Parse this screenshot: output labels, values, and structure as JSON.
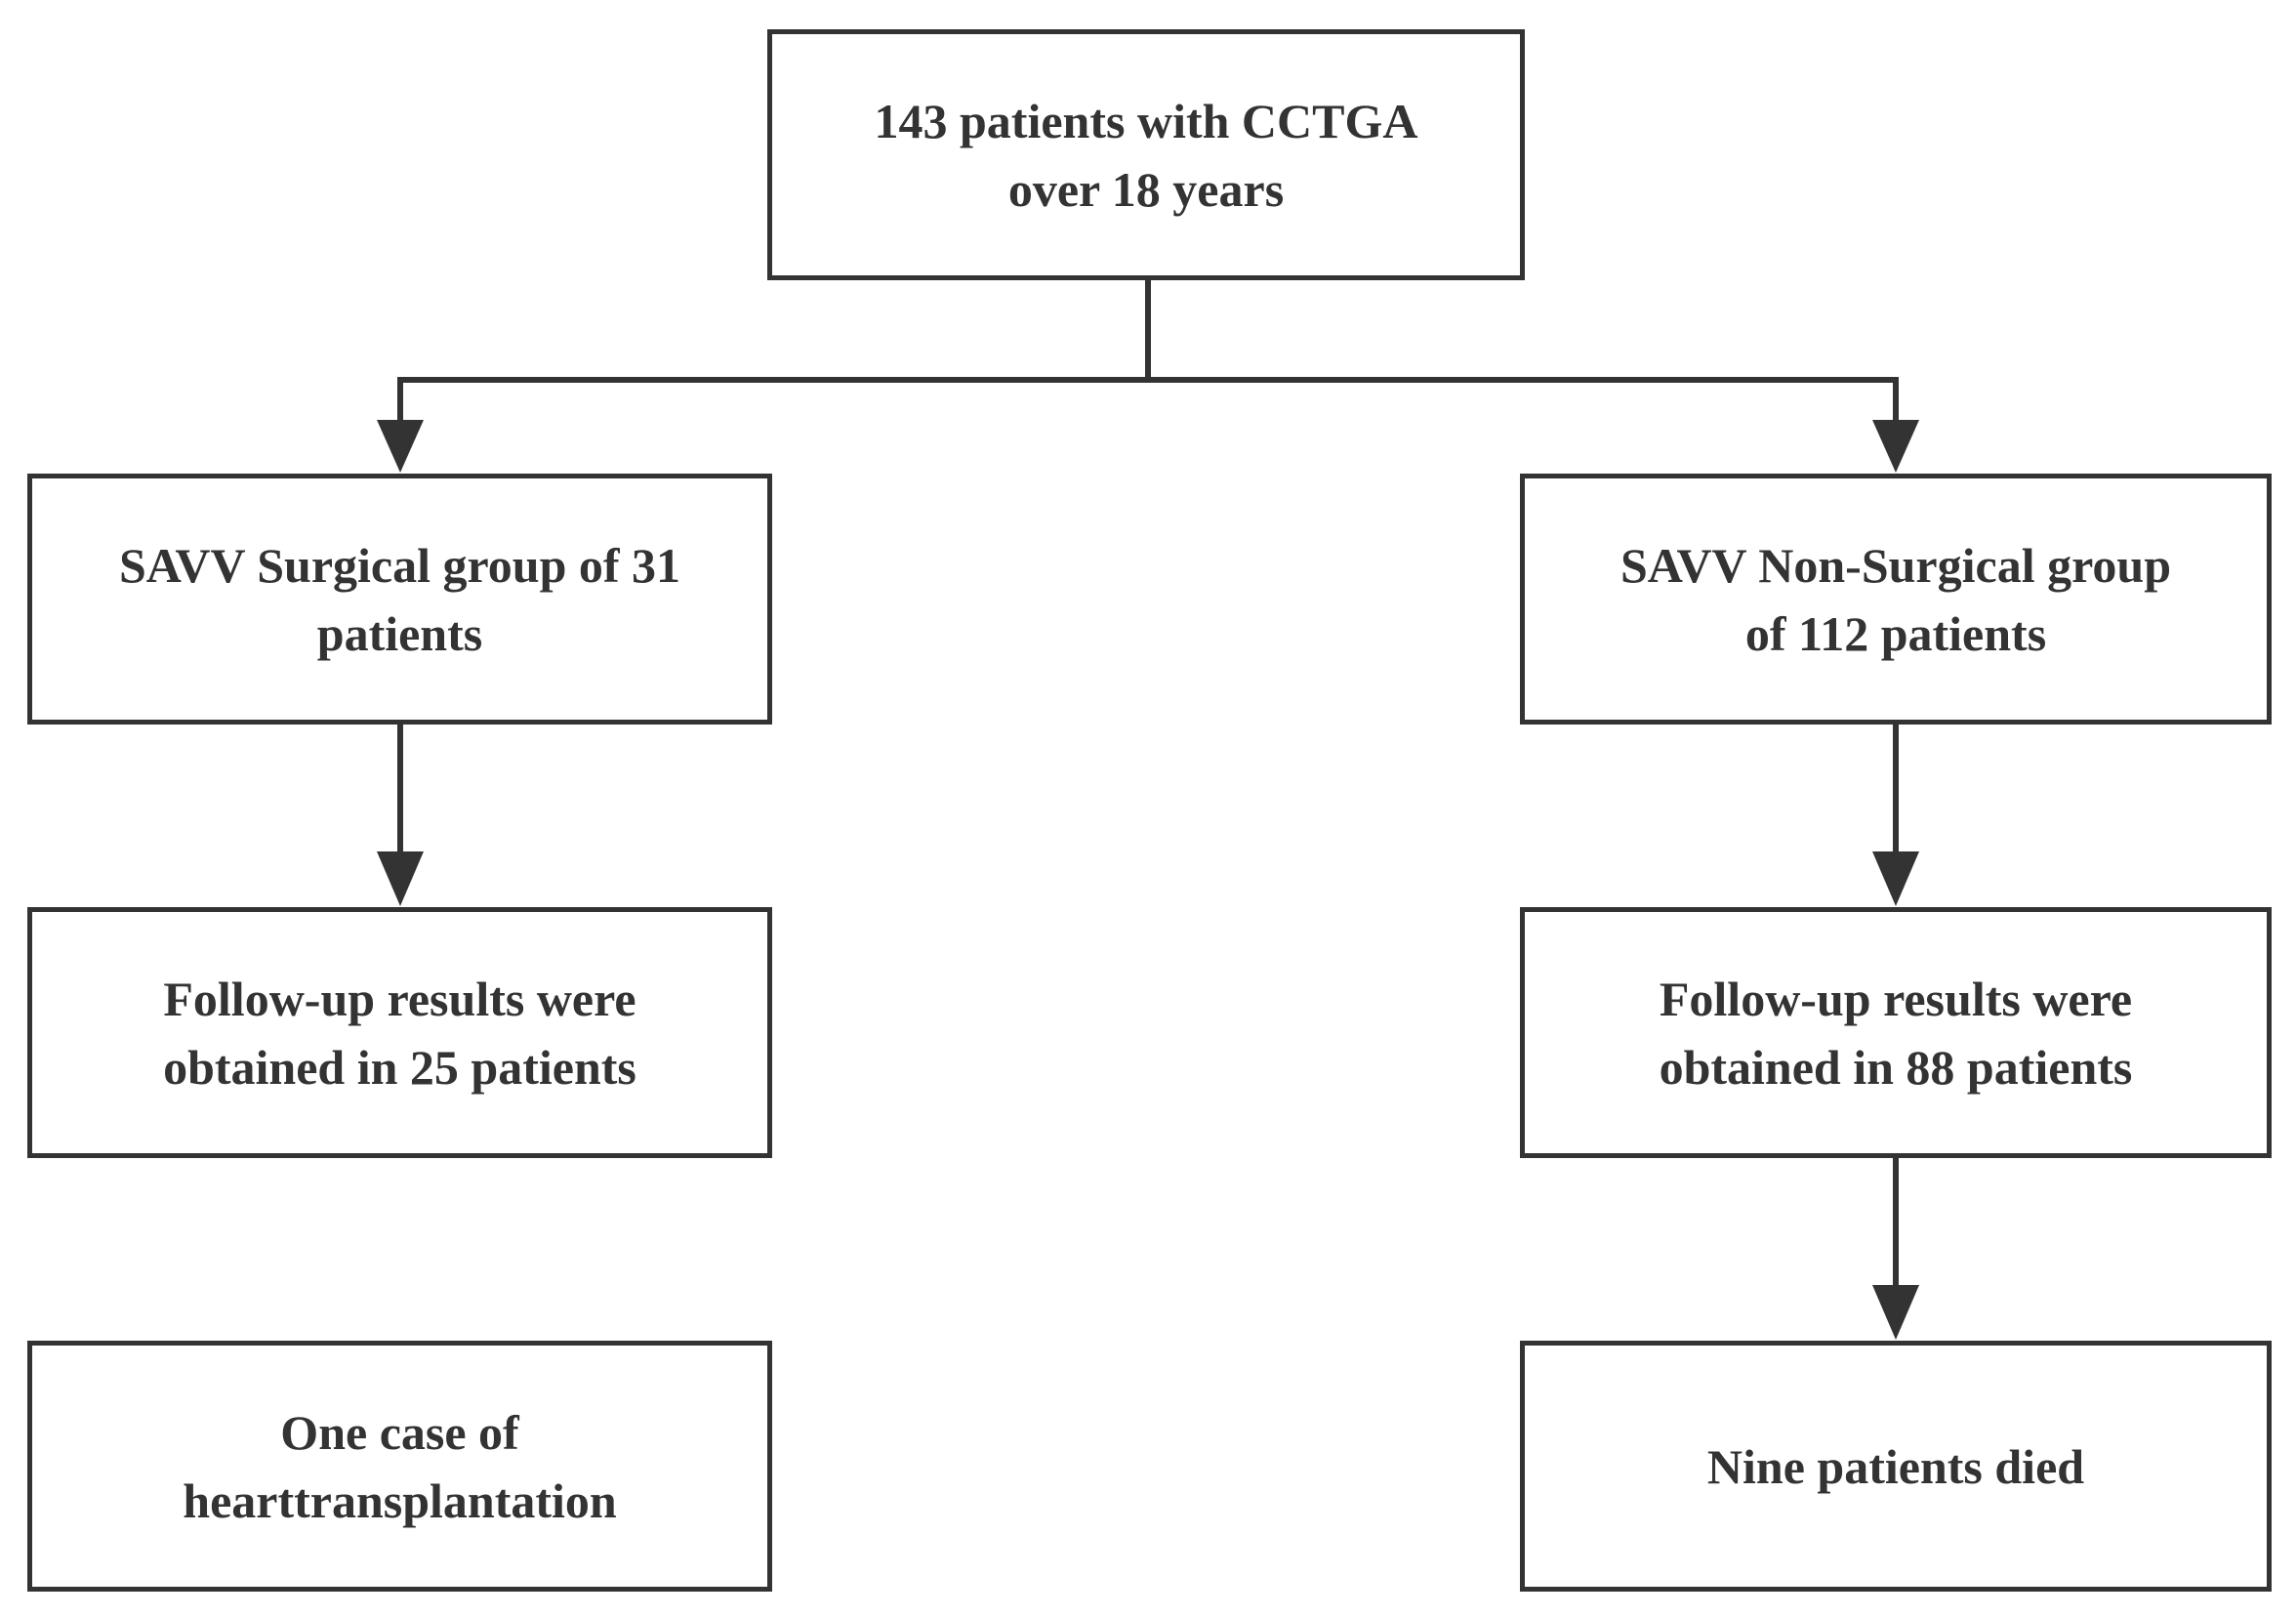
{
  "colors": {
    "stroke": "#333333",
    "text": "#333333",
    "background": "#ffffff"
  },
  "nodes": {
    "root": {
      "line1": "143 patients with CCTGA",
      "line2": "over 18 years"
    },
    "surgical": {
      "line1": "SAVV Surgical group of 31",
      "line2": "patients"
    },
    "non_surgical": {
      "line1": "SAVV Non-Surgical group",
      "line2": "of 112 patients"
    },
    "surgical_followup": {
      "line1": "Follow-up results were",
      "line2": "obtained in 25 patients"
    },
    "non_surgical_followup": {
      "line1": "Follow-up results were",
      "line2": "obtained in 88 patients"
    },
    "surgical_outcome": {
      "line1": "One case of",
      "line2": "hearttransplantation"
    },
    "non_surgical_outcome": {
      "line1": "Nine patients died"
    }
  }
}
